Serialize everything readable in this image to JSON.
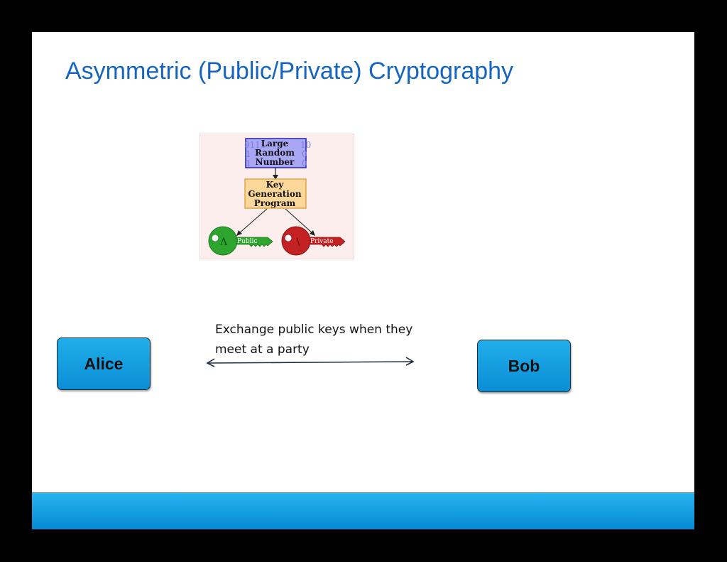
{
  "slide": {
    "title": "Asymmetric (Public/Private) Cryptography",
    "colors": {
      "title": "#1565c0",
      "node_fill": "#1aa3e6",
      "footer": "#0c93dc"
    }
  },
  "keygen": {
    "random_number_label": [
      "Large",
      "Random",
      "Number"
    ],
    "binary_background": [
      "0111",
      "10",
      "1",
      "0",
      "1",
      "0"
    ],
    "program_label": [
      "Key",
      "Generation",
      "Program"
    ],
    "public_key_label": "Public",
    "private_key_label": "Private",
    "colors": {
      "random_box": "#a9a7f5",
      "program_box": "#fcd79a",
      "public_key": "#2ea52e",
      "private_key": "#c42222"
    }
  },
  "alice": {
    "label": "Alice"
  },
  "bob": {
    "label": "Bob"
  },
  "exchange": {
    "lines": [
      "Exchange public keys when they",
      "meet at a party"
    ]
  }
}
